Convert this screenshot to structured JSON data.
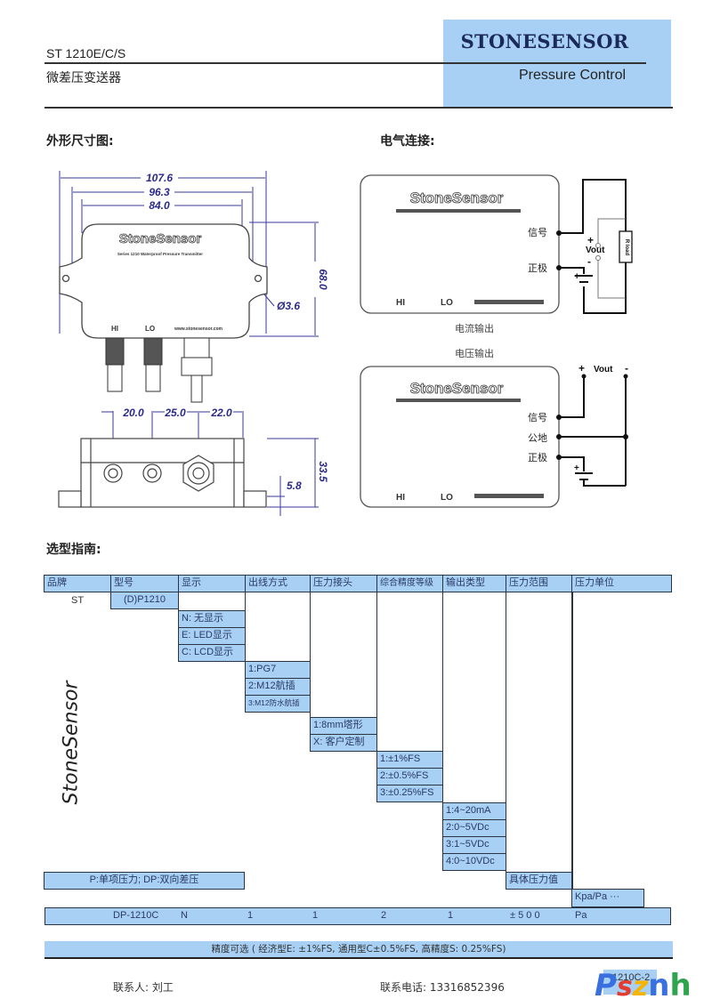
{
  "header": {
    "brand": "STONESENSOR",
    "model_code": "ST 1210E/C/S",
    "product_name_cn": "微差压变送器",
    "tagline": "Pressure Control",
    "brand_color": "#a7d0f4"
  },
  "dimension_section": {
    "title": "外形尺寸图:",
    "dims": {
      "overall_width": "107.6",
      "hole_spacing": "96.3",
      "body_width": "84.0",
      "height": "68.0",
      "hole_diameter": "Ø3.6",
      "port_1_offset": "20.0",
      "port_2_spacing": "25.0",
      "port_3_offset": "22.0",
      "side_height": "33.5",
      "flange_height": "5.8"
    },
    "device_logo": "StoneSensor",
    "device_subtitle": "Series 1210 Waterproof Pressure Transmitter",
    "port_hi": "HI",
    "port_lo": "LO",
    "device_url": "www.stonesensor.com"
  },
  "wiring_section": {
    "title": "电气连接:",
    "current": {
      "device_logo": "StoneSensor",
      "terminal_signal": "信号",
      "terminal_positive": "正极",
      "vout_label": "Vout",
      "plus": "+",
      "minus": "-",
      "load_label": "R load",
      "port_hi": "HI",
      "port_lo": "LO",
      "caption": "电流输出"
    },
    "voltage": {
      "caption": "电压输出",
      "device_logo": "StoneSensor",
      "terminal_signal": "信号",
      "terminal_common": "公地",
      "terminal_positive": "正极",
      "vout_label": "Vout",
      "plus": "+",
      "minus": "-",
      "port_hi": "HI",
      "port_lo": "LO"
    }
  },
  "selection_guide": {
    "title": "选型指南:",
    "side_brand": "StoneSensor",
    "headers": [
      "品牌",
      "型号",
      "显示",
      "出线方式",
      "压力接头",
      "综合精度等级",
      "输出类型",
      "压力范围",
      "压力单位"
    ],
    "brand_value": "ST",
    "model_value": "(D)P1210",
    "display_options": [
      "N:  无显示",
      "E:  LED显示",
      "C:  LCD显示"
    ],
    "cable_options": [
      "1:PG7",
      "2:M12航插",
      "3:M12防水航插"
    ],
    "connector_options": [
      "1:8mm塔形",
      "X:  客户定制"
    ],
    "accuracy_options": [
      "1:±1%FS",
      "2:±0.5%FS",
      "3:±0.25%FS"
    ],
    "output_options": [
      "1:4~20mA",
      "2:0~5VDc",
      "3:1~5VDc",
      "4:0~10VDc"
    ],
    "range_note": "具体压力值",
    "unit_note": "Kpa/Pa ···",
    "type_note": "P:单项压力;  DP:双向差压",
    "example": {
      "model": "DP-1210C",
      "display": "N",
      "cable": "1",
      "connector": "1",
      "accuracy": "2",
      "output": "1",
      "range": "± 5 0 0",
      "unit": "Pa"
    }
  },
  "note": "精度可选 ( 经济型E: ±1%FS,  通用型C±0.5%FS,  高精度S: 0.25%FS)",
  "footer": {
    "contact_person": "联系人:  刘工",
    "contact_phone": "联系电话:  13316852396",
    "page_tag": "1210C-2",
    "watermark": [
      "P",
      "s",
      "z",
      "n",
      "h"
    ]
  }
}
